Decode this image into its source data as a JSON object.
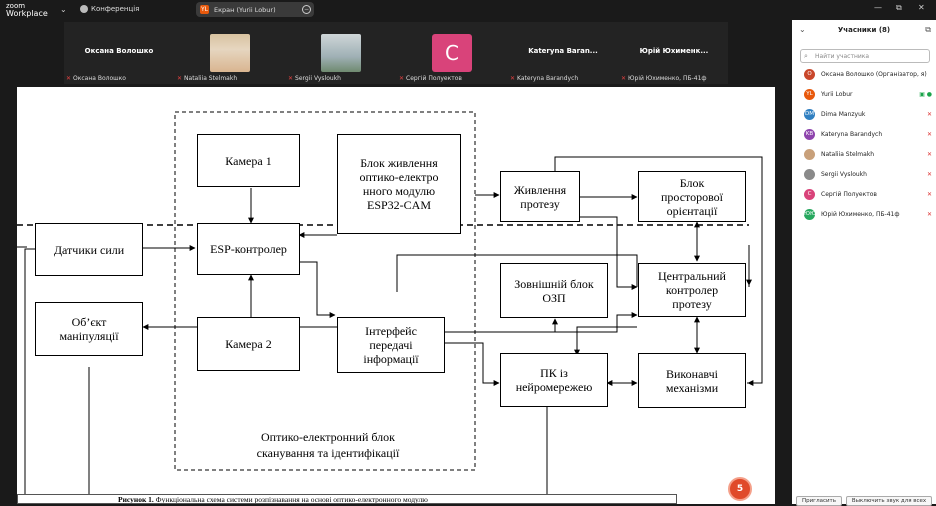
{
  "app": {
    "brand_top": "zoom",
    "brand_bottom": "Workplace",
    "conference_label": "Конференція"
  },
  "share": {
    "icon_letter": "YL",
    "label": "Екран (Yurii Lobur)",
    "stop_symbol": "−"
  },
  "window": {
    "minimize": "—",
    "restore": "⧉",
    "close": "✕"
  },
  "gallery": [
    {
      "name": "Оксана Волошко",
      "footer": "Оксана Волошко"
    },
    {
      "name": "",
      "footer": "Nataliia Stelmakh"
    },
    {
      "name": "",
      "footer": "Sergii Vysloukh"
    },
    {
      "name": "C",
      "footer": "Сергій Полуектов"
    },
    {
      "name": "Kateryna Baran...",
      "footer": "Kateryna Barandych"
    },
    {
      "name": "Юрій Юхименк...",
      "footer": "Юрій Юхименко, ПБ-41ф"
    }
  ],
  "mic_muted_symbol": "✕",
  "diagram": {
    "camera1": "Камера 1",
    "camera2": "Камера 2",
    "esp_controller": "ESP-контролер",
    "power_block_l1": "Блок живлення",
    "power_block_l2": "оптико-електро",
    "power_block_l3": "нного модулю",
    "power_block_l4": "ESP32-CAM",
    "force_sensors": "Датчики сили",
    "object_l1": "Об’єкт",
    "object_l2": "маніпуляції",
    "interface_l1": "Інтерфейс",
    "interface_l2": "передачі",
    "interface_l3": "інформації",
    "prosthesis_power_l1": "Живлення",
    "prosthesis_power_l2": "протезу",
    "spatial_l1": "Блок",
    "spatial_l2": "просторової",
    "spatial_l3": "орієнтації",
    "external_l1": "Зовнішній блок",
    "external_l2": "ОЗП",
    "central_l1": "Центральний",
    "central_l2": "контролер",
    "central_l3": "протезу",
    "pc_l1": "ПК із",
    "pc_l2": "нейромережею",
    "exec_l1": "Виконавчі",
    "exec_l2": "механізми",
    "module_caption_l1": "Оптико-електронний блок",
    "module_caption_l2": "сканування та ідентифікації"
  },
  "figure_caption": {
    "label": "Рисунок 1.",
    "text": " Функціональна схема системи розпізнавання на основі оптико-електронного модулю"
  },
  "slide_number": "5",
  "participants": {
    "title": "Учасники (8)",
    "search_placeholder": "Найти участника",
    "list": [
      {
        "initials": "О",
        "name": "Оксана Волошко (Організатор, я)",
        "color": "#c9472b"
      },
      {
        "initials": "YL",
        "name": "Yurii Lobur",
        "color": "#e8590c"
      },
      {
        "initials": "DM",
        "name": "Dima Manzyuk",
        "color": "#2f7fc1"
      },
      {
        "initials": "KB",
        "name": "Kateryna Barandych",
        "color": "#8e44ad"
      },
      {
        "initials": "",
        "name": "Nataliia Stelmakh",
        "color": "#c8a07a"
      },
      {
        "initials": "",
        "name": "Sergii Vysloukh",
        "color": "#8a8a8a"
      },
      {
        "initials": "C",
        "name": "Сергій Полуектов",
        "color": "#d9437a"
      },
      {
        "initials": "ЮЮ",
        "name": "Юрій Юхименко, ПБ-41ф",
        "color": "#27a85f"
      }
    ],
    "invite": "Пригласить",
    "mute_all": "Выключить звук для всех"
  }
}
